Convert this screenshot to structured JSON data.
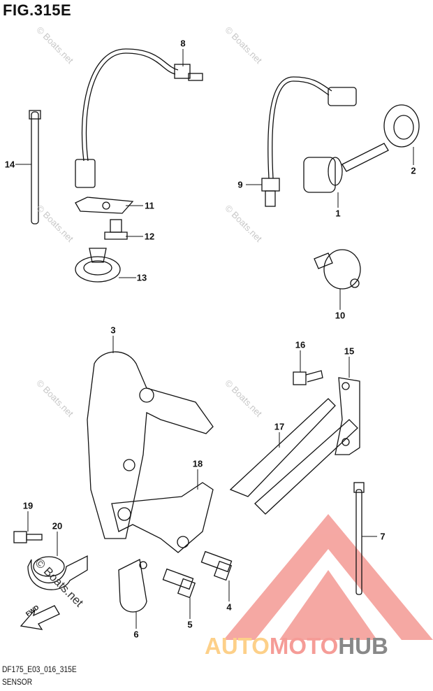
{
  "figure_title": "FIG.315E",
  "footer": {
    "code": "DF175_E03_016_315E",
    "name": "SENSOR"
  },
  "callouts": [
    "1",
    "2",
    "3",
    "4",
    "5",
    "6",
    "7",
    "8",
    "9",
    "10",
    "11",
    "12",
    "13",
    "14",
    "15",
    "16",
    "17",
    "18",
    "19",
    "20"
  ],
  "fwd_label": "FWD",
  "watermark": "© Boats.net",
  "logo": {
    "part1": "AUTO",
    "part2": "MOTO",
    "part3": "HUB"
  },
  "colors": {
    "logo_yellow": "#fdd089",
    "logo_red": "#f59c97",
    "logo_gray": "#888888",
    "line": "#111111"
  }
}
